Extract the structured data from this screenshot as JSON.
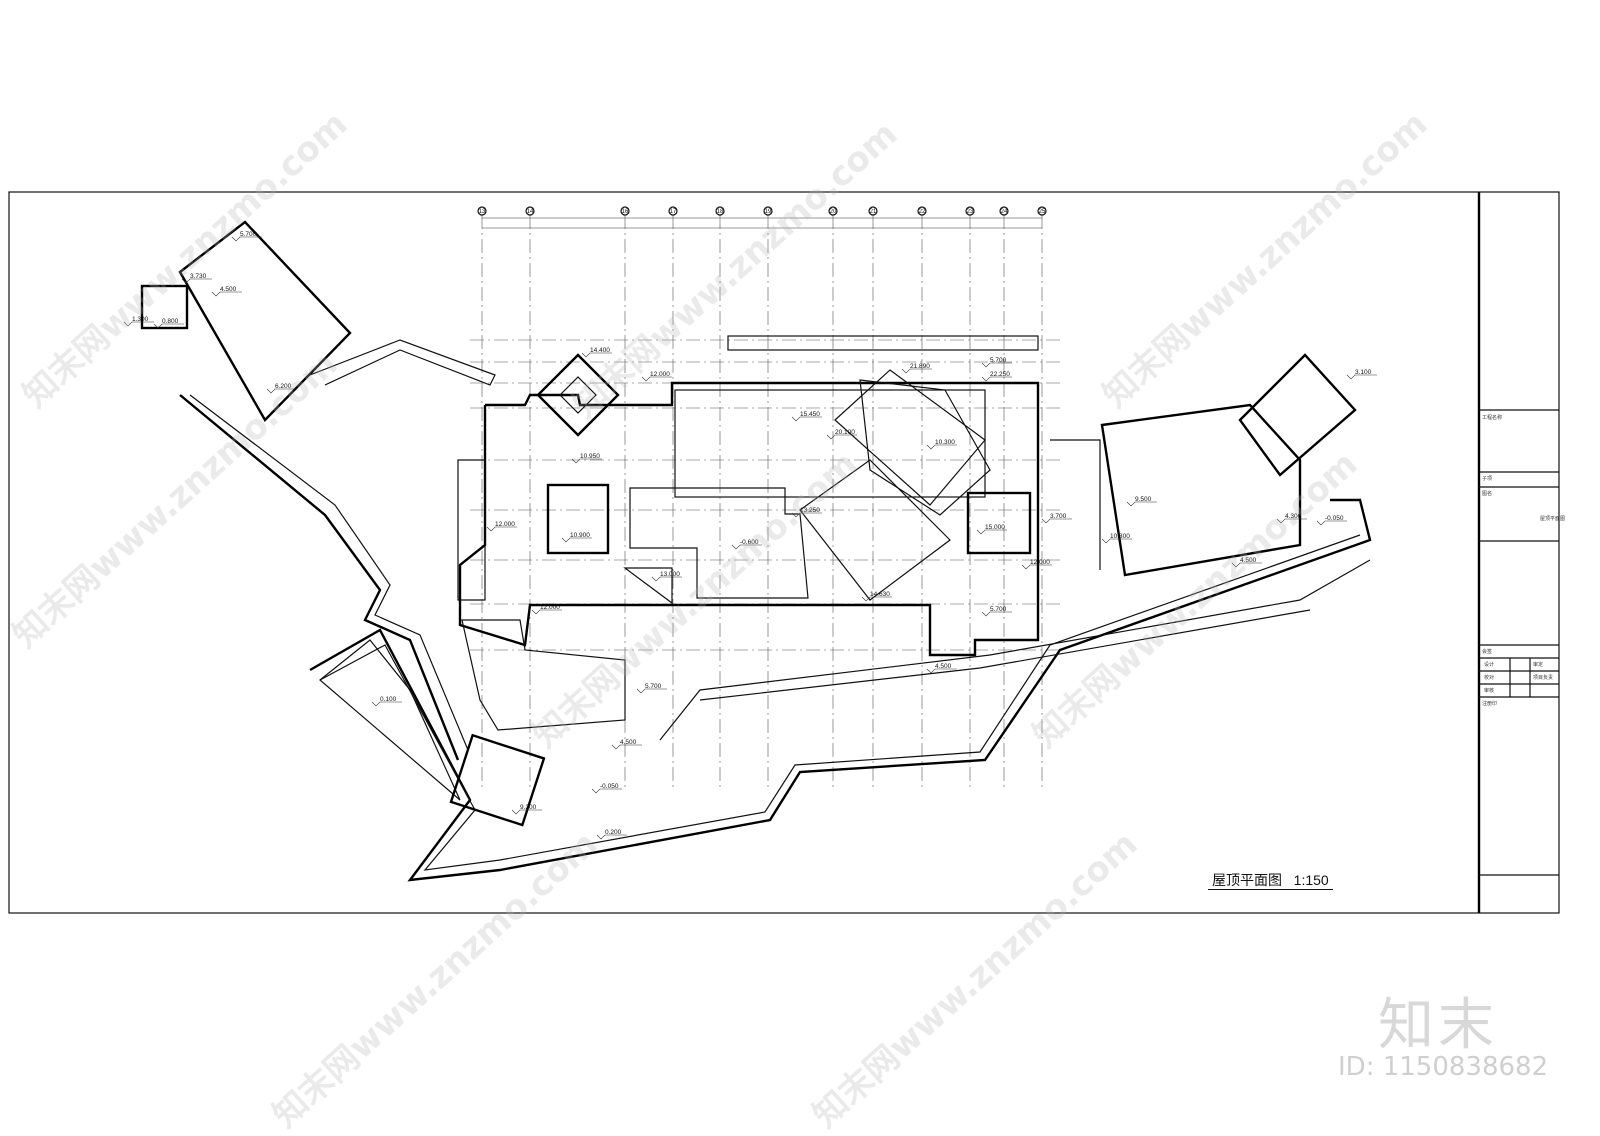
{
  "drawing": {
    "title": "屋顶平面图",
    "scale": "1:150",
    "grid_axes_top": [
      "13",
      "14",
      "16",
      "17",
      "18",
      "19",
      "20",
      "21",
      "22",
      "23",
      "24",
      "25"
    ],
    "elevations": [
      "14.400",
      "12.000",
      "21.890",
      "5.700",
      "22.250",
      "15.450",
      "20.100",
      "10.300",
      "10.950",
      "13.250",
      "-0.600",
      "15.000",
      "10.900",
      "14.630",
      "12.000",
      "5.700",
      "4.500",
      "5.700",
      "4.500",
      "-0.050",
      "9.300",
      "0.200",
      "0.100",
      "-0.050",
      "4.300",
      "9.500",
      "10.300",
      "4.500",
      "3.100",
      "3.700",
      "5.700",
      "3.730",
      "4.500",
      "1.300",
      "0.800",
      "6.200",
      "12.000",
      "12.000",
      "13.000"
    ]
  },
  "title_block": {
    "project_name": "工程名称",
    "sub_item": "子项",
    "drawing_name_label": "图名",
    "drawing_name": "屋顶平面图",
    "countersign": "会签",
    "rows": [
      "设计",
      "校对",
      "审核",
      "审定",
      "项目负责",
      "注册印"
    ]
  },
  "watermark": {
    "text": "知末网www.znzmo.com",
    "logo": "知末",
    "id": "ID: 1150838682"
  },
  "colors": {
    "line": "#111111",
    "background": "#ffffff",
    "watermark": "#bbbbbb"
  }
}
